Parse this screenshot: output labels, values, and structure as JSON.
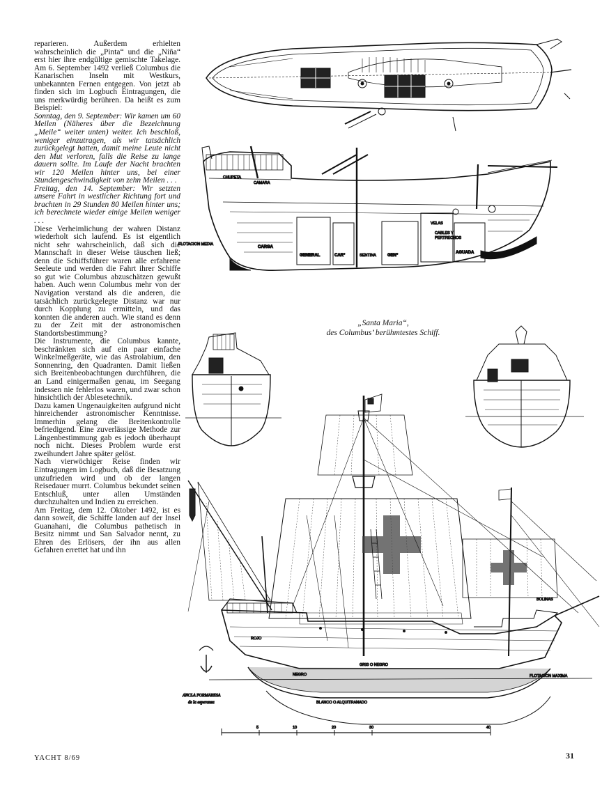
{
  "article": {
    "paragraphs": [
      {
        "style": "normal",
        "text": "reparieren. Außerdem erhielten wahrscheinlich die „Pinta“ und die „Niña“ erst hier ihre endgültige gemischte Takelage. Am 6. September 1492 verließ Columbus die Kanarischen Inseln mit Westkurs, unbekannten Fernen entgegen. Von jetzt ab finden sich im Logbuch Eintragungen, die uns merkwürdig berühren. Da heißt es zum Beispiel:"
      },
      {
        "style": "italic",
        "text": "Sonntag, den 9. September: Wir kamen um 60 Meilen (Näheres über die Bezeichnung „Meile“ weiter unten) weiter. Ich beschloß, weniger einzutragen, als wir tatsächlich zurückgelegt hatten, damit meine Leute nicht den Mut verloren, falls die Reise zu lange dauern sollte. Im Laufe der Nacht brachten wir 120 Meilen hinter uns, bei einer Stundengeschwindigkeit von zehn Meilen . . ."
      },
      {
        "style": "italic",
        "text": "Freitag, den 14. September: Wir setzten unsere Fahrt in westlicher Richtung fort und brachten in 29 Stunden 80 Meilen hinter uns; ich berechnete wieder einige Meilen weniger . . ."
      },
      {
        "style": "normal",
        "text": "Diese Verheimlichung der wahren Distanz wiederholt sich laufend. Es ist eigentlich nicht sehr wahrscheinlich, daß sich die Mannschaft in dieser Weise täuschen ließ; denn die Schiffsführer waren alle erfahrene Seeleute und werden die Fahrt ihrer Schiffe so gut wie Columbus abzuschätzen gewußt haben. Auch wenn Columbus mehr von der Navigation verstand als die anderen, die tatsächlich zurückgelegte Distanz war nur durch Kopplung zu ermitteln, und das konnten die anderen auch. Wie stand es denn zu der Zeit mit der astronomischen Standortsbestimmung?"
      },
      {
        "style": "normal",
        "text": "Die Instrumente, die Columbus kannte, beschränkten sich auf ein paar einfache Winkelmeßgeräte, wie das Astrolabium, den Sonnenring, den Quadranten. Damit ließen sich Breitenbeobachtungen durchführen, die an Land einigermaßen genau, im Seegang indessen nie fehlerlos waren, und zwar schon hinsichtlich der Ablesetechnik."
      },
      {
        "style": "normal",
        "text": "Dazu kamen Ungenauigkeiten aufgrund nicht hinreichender astronomischer Kenntnisse. Immerhin gelang die Breitenkontrolle befriedigend. Eine zuverlässige Methode zur Längenbestimmung gab es jedoch überhaupt noch nicht. Dieses Problem wurde erst zweihundert Jahre später gelöst."
      },
      {
        "style": "normal",
        "text": "Nach vierwöchiger Reise finden wir Eintragungen im Logbuch, daß die Besatzung unzufrieden wird und ob der langen Reisedauer murrt. Columbus bekundet seinen Entschluß, unter allen Umständen durchzuhalten und Indien zu erreichen."
      },
      {
        "style": "normal",
        "text": "Am Freitag, dem 12. Oktober 1492, ist es dann soweit, die Schiffe landen auf der Insel Guanahani, die Columbus pathetisch in Besitz nimmt und San Salvador nennt, zu Ehren des Erlösers, der ihn aus allen Gefahren errettet hat und ihn"
      }
    ]
  },
  "figure": {
    "caption_line1": "„Santa Maria“,",
    "caption_line2": "des Columbus’ berühmtestes Schiff.",
    "labels": {
      "chupeta": "CHUPETA",
      "camara": "CAMARA",
      "flotacion_media": "FLOTACION MEDIA",
      "carga": "CARGA",
      "general": "GENERAL",
      "car": "CAR°",
      "sentina": "SENTINA",
      "gen": "GEN°",
      "velas": "VELAS",
      "cables": "CABLES Y",
      "pertrechos": "PERTRECHOS",
      "aguada": "AGUADA",
      "bolinas": "BOLINAS",
      "rojo": "ROJO",
      "gris_o_negro": "GRIS O NEGRO",
      "negro": "NEGRO",
      "blanco": "BLANCO O ALQUITRANADO",
      "flotacion_maxima": "FLOTACION MAXIMA",
      "ancla_1": "ANCLA FORMARESA",
      "ancla_2": "de la esperanza",
      "scale_ticks": [
        "5",
        "10",
        "20",
        "30",
        "40"
      ]
    }
  },
  "footer": {
    "magazine": "YACHT 8/69",
    "page_number": "31"
  }
}
